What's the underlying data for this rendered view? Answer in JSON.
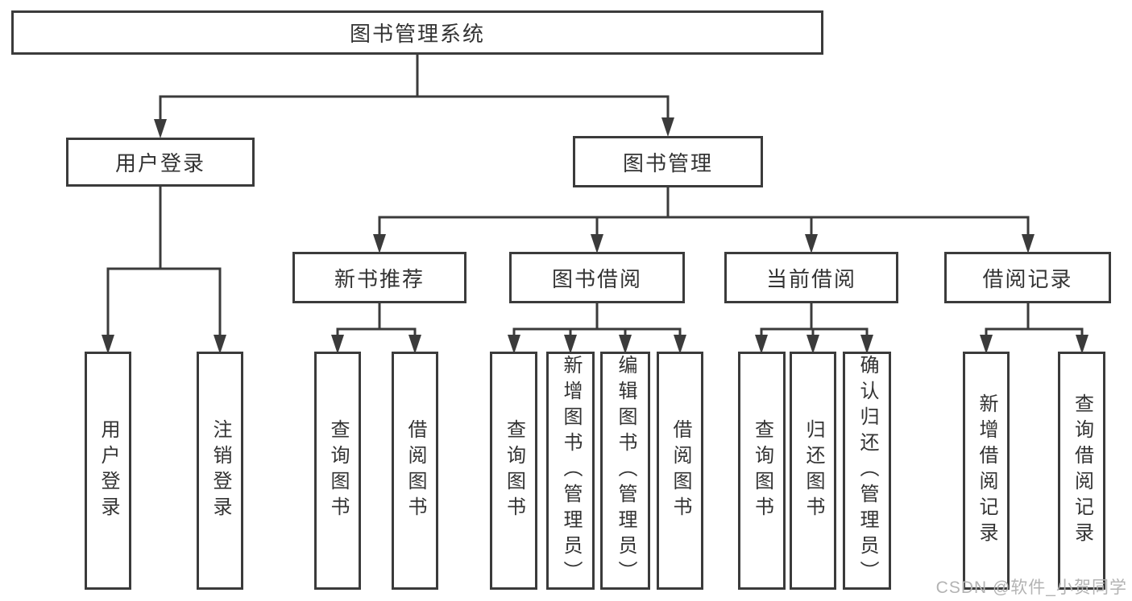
{
  "diagram": {
    "type": "hierarchy-tree",
    "root": {
      "label": "图书管理系统",
      "children": [
        {
          "label": "用户登录",
          "children": [
            {
              "label": "用户登录"
            },
            {
              "label": "注销登录"
            }
          ]
        },
        {
          "label": "图书管理",
          "children": [
            {
              "label": "新书推荐",
              "children": [
                {
                  "label": "查询图书"
                },
                {
                  "label": "借阅图书"
                }
              ]
            },
            {
              "label": "图书借阅",
              "children": [
                {
                  "label": "查询图书"
                },
                {
                  "label": "新增图书（管理员）"
                },
                {
                  "label": "编辑图书（管理员）"
                },
                {
                  "label": "借阅图书"
                }
              ]
            },
            {
              "label": "当前借阅",
              "children": [
                {
                  "label": "查询图书"
                },
                {
                  "label": "归还图书"
                },
                {
                  "label": "确认归还（管理员）"
                }
              ]
            },
            {
              "label": "借阅记录",
              "children": [
                {
                  "label": "新增借阅记录"
                },
                {
                  "label": "查询借阅记录"
                }
              ]
            }
          ]
        }
      ]
    }
  },
  "watermark": {
    "text": "CSDN @软件_小贺同学"
  },
  "colors": {
    "line": "#3b3b3b",
    "box_border": "#3b3b3b",
    "box_fill": "#ffffff",
    "text": "#333333",
    "watermark": "#b3b3b3",
    "background": "#ffffff"
  }
}
